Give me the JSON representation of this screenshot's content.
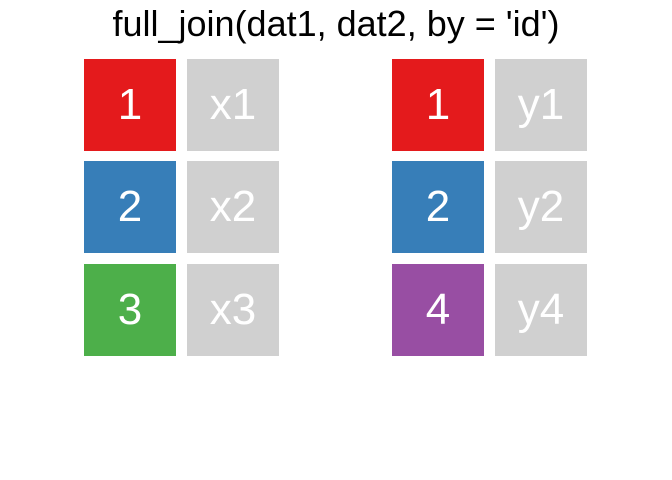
{
  "title": "full_join(dat1, dat2, by = 'id')",
  "colors": {
    "id_1": "#E41A1C",
    "id_2": "#377EB8",
    "id_3": "#4DAF4A",
    "id_4": "#984EA3",
    "value": "#D0D0D0",
    "text": "#FFFFFF"
  },
  "left_table": {
    "rows": [
      {
        "id": "1",
        "value": "x1"
      },
      {
        "id": "2",
        "value": "x2"
      },
      {
        "id": "3",
        "value": "x3"
      }
    ]
  },
  "right_table": {
    "rows": [
      {
        "id": "1",
        "value": "y1"
      },
      {
        "id": "2",
        "value": "y2"
      },
      {
        "id": "4",
        "value": "y4"
      }
    ]
  }
}
